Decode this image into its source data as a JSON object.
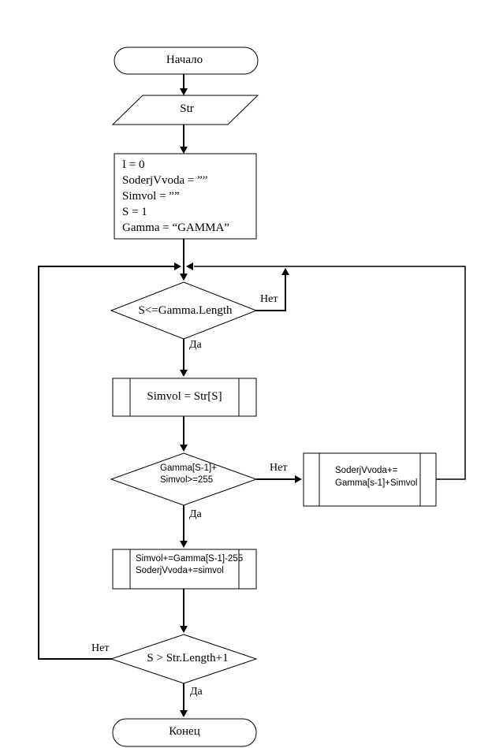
{
  "diagram": {
    "background": "#ffffff",
    "stroke_color": "#000000",
    "nodes": {
      "start": {
        "label": "Начало"
      },
      "input_str": {
        "label": "Str"
      },
      "init": {
        "lines": [
          "I = 0",
          "SoderjVvoda = ””",
          "Simvol = ””",
          "S = 1",
          "Gamma = “GAMMA”"
        ]
      },
      "decision_gamma_length": {
        "label": "S<=Gamma.Length"
      },
      "subroutine_simvol": {
        "label": "Simvol = Str[S]"
      },
      "decision_sum_255": {
        "lines": [
          "Gamma[S-1]+",
          "Simvol>=255"
        ]
      },
      "subroutine_soderj": {
        "lines": [
          "SoderjVvoda+=",
          "Gamma[s-1]+Simvol"
        ]
      },
      "subroutine_overflow": {
        "lines": [
          "Simvol+=Gamma[S-1]-255",
          "SoderjVvoda+=simvol"
        ]
      },
      "decision_str_length": {
        "label": "S > Str.Length+1"
      },
      "end": {
        "label": "Конец"
      }
    },
    "edge_labels": {
      "d1_no": "Нет",
      "d1_yes": "Да",
      "d2_no": "Нет",
      "d2_yes": "Да",
      "d3_no": "Нет",
      "d3_yes": "Да"
    }
  }
}
